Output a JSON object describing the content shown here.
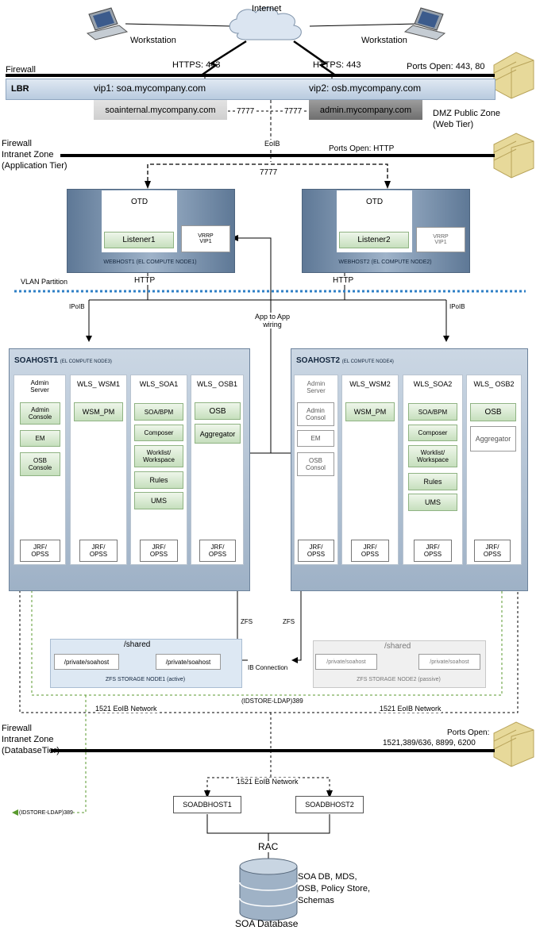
{
  "internet": {
    "label": "Internet"
  },
  "workstations": {
    "left_label": "Workstation",
    "right_label": "Workstation"
  },
  "firewall_top": {
    "label": "Firewall",
    "ports": "Ports Open: 443, 80"
  },
  "https_left": "HTTPS: 443",
  "https_right": "HTTPS: 443",
  "lbr": {
    "label": "LBR",
    "vip1": "vip1: soa.mycompany.com",
    "vip2": "vip2: osb.mycompany.com",
    "internal_host": "soainternal.mycompany.com",
    "admin_host": "admin.mycompany.com",
    "port_left": "7777",
    "port_right": "7777"
  },
  "dmz_zone": {
    "line1": "DMZ Public Zone",
    "line2": "(Web Tier)"
  },
  "eoib": "EoIB",
  "firewall_app": {
    "line1": "Firewall",
    "line2": "Intranet Zone",
    "line3": "(Application Tier)",
    "ports": "Ports Open: HTTP"
  },
  "port_7777": "7777",
  "webhost1": {
    "otd": "OTD",
    "listener": "Listener1",
    "vrrp1": "VRRP",
    "vrrp2": "VIP1",
    "caption": "WEBHOST1 (EL COMPUTE NODE1)",
    "http": "HTTP"
  },
  "webhost2": {
    "otd": "OTD",
    "listener": "Listener2",
    "vrrp1": "VRRP",
    "vrrp2": "VIP1",
    "caption": "WEBHOST2 (EL COMPUTE NODE2)",
    "http": "HTTP"
  },
  "vlan": "VLAN Partition",
  "ipoib_left": "IPoIB",
  "ipoib_right": "IPoIB",
  "app_wiring": {
    "line1": "App to App",
    "line2": "wiring"
  },
  "soahost1": {
    "title": "SOAHOST1",
    "subtitle": "(EL COMPUTE NODE3)",
    "admin": {
      "t1": "Admin",
      "t2": "Server",
      "items": [
        [
          "Admin",
          "Console"
        ],
        [
          "EM"
        ],
        [
          "OSB",
          "Console"
        ]
      ]
    },
    "wsm": {
      "title": "WLS_ WSM1",
      "items": [
        "WSM_PM"
      ]
    },
    "soa": {
      "title": "WLS_SOA1",
      "items": [
        [
          "SOA/BPM"
        ],
        [
          "Composer"
        ],
        [
          "Worklist/",
          "Workspace"
        ],
        [
          "Rules"
        ],
        [
          "UMS"
        ]
      ]
    },
    "osb": {
      "title": "WLS_ OSB1",
      "items": [
        "OSB",
        "Aggregator"
      ]
    },
    "jrf1": "JRF/",
    "jrf2": "OPSS"
  },
  "soahost2": {
    "title": "SOAHOST2",
    "subtitle": "(EL COMPUTE NODE4)",
    "admin": {
      "t1": "Admin",
      "t2": "Server",
      "items": [
        [
          "Admin",
          "Consol"
        ],
        [
          "EM"
        ],
        [
          "OSB",
          "Consol"
        ]
      ]
    },
    "wsm": {
      "title": "WLS_WSM2",
      "items": [
        "WSM_PM"
      ]
    },
    "soa": {
      "title": "WLS_SOA2",
      "items": [
        [
          "SOA/BPM"
        ],
        [
          "Composer"
        ],
        [
          "Worklist/",
          "Workspace"
        ],
        [
          "Rules"
        ],
        [
          "UMS"
        ]
      ]
    },
    "osb": {
      "title": "WLS_ OSB2",
      "items": [
        "OSB",
        "Aggregator"
      ]
    },
    "jrf1": "JRF/",
    "jrf2": "OPSS"
  },
  "zfs_left": "ZFS",
  "zfs_right": "ZFS",
  "storage1": {
    "shared": "/shared",
    "p1": "/private/soahost",
    "p2": "/private/soahost",
    "caption": "ZFS  STORAGE NODE1 (active)"
  },
  "storage2": {
    "shared": "/shared",
    "p1": "/private/soahost",
    "p2": "/private/soahost",
    "caption": "ZFS  STORAGE NODE2 (passive)"
  },
  "ib_connection": "IB Connection",
  "idstore_mid": "(IDSTORE-LDAP)389",
  "eoib_net_left": "1521 EoIB Network",
  "eoib_net_right": "1521 EoIB Network",
  "firewall_db": {
    "line1": "Firewall",
    "line2": "Intranet Zone",
    "line3": "(DatabaseTier)",
    "ports1": "Ports Open:",
    "ports2": "1521,389/636, 8899, 6200"
  },
  "idstore_left": "(IDSTORE-LDAP)389",
  "eoib_net_db": "1521 EoIB Network",
  "db": {
    "host1": "SOADBHOST1",
    "host2": "SOADBHOST2",
    "rac": "RAC",
    "contents": [
      "SOA DB, MDS,",
      "OSB, Policy Store,",
      "Schemas"
    ],
    "label": "SOA Database"
  }
}
